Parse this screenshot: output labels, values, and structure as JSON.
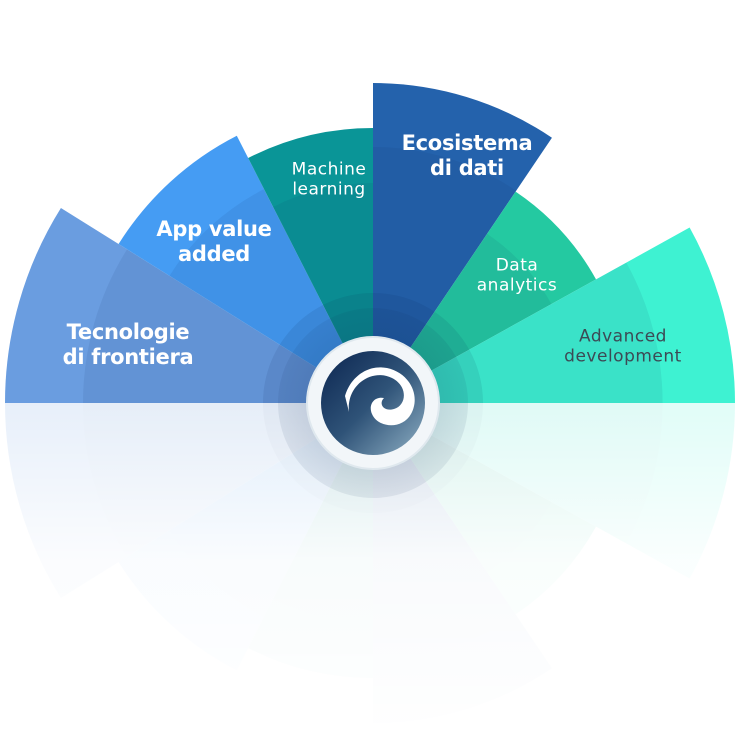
{
  "diagram": {
    "center_logo": "swirl-logo",
    "segments": [
      {
        "id": "tecnologie",
        "line1": "Tecnologie",
        "line2": "di frontiera",
        "color": "#6a9de0"
      },
      {
        "id": "app",
        "line1": "App value",
        "line2": "added",
        "color": "#459cf3"
      },
      {
        "id": "ml",
        "line1": "Machine",
        "line2": "learning",
        "color": "#0a9597"
      },
      {
        "id": "eco",
        "line1": "Ecosistema",
        "line2": "di dati",
        "color": "#2462ac"
      },
      {
        "id": "data",
        "line1": "Data",
        "line2": "analytics",
        "color": "#24c9a1"
      },
      {
        "id": "adv",
        "line1": "Advanced",
        "line2": "development",
        "color": "#3ef2d2"
      }
    ]
  }
}
